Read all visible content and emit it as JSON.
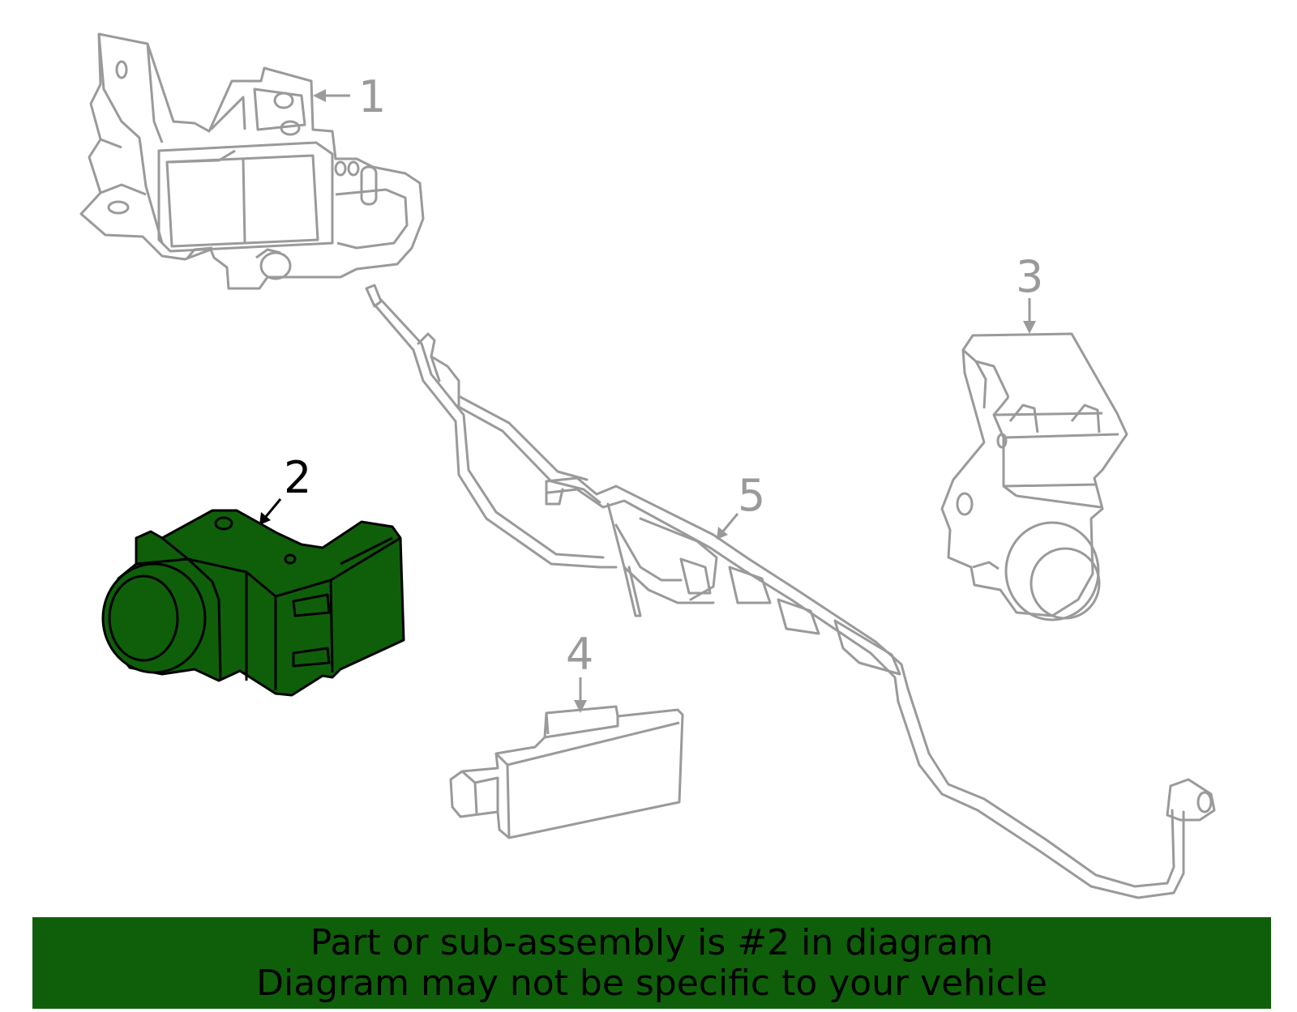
{
  "colors": {
    "outline": "#9a9a9a",
    "highlight_fill": "#0f5f0a",
    "highlight_stroke": "#000000",
    "footer_bg": "#0f5f0a"
  },
  "callouts": {
    "c1": "1",
    "c2": "2",
    "c3": "3",
    "c4": "4",
    "c5": "5"
  },
  "footer": {
    "line1": "Part or sub-assembly is #2 in diagram",
    "line2": "Diagram may not be specific to your vehicle"
  }
}
